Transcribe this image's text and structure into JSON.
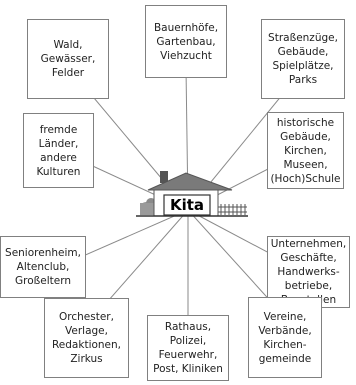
{
  "diagram": {
    "center_label": "Kita",
    "boxes": [
      {
        "text": "Wald,\nGewässer,\nFelder"
      },
      {
        "text": "Bauernhöfe,\nGartenbau,\nViehzucht"
      },
      {
        "text": "Straßenzüge,\nGebäude,\nSpielplätze,\nParks"
      },
      {
        "text": "fremde\nLänder,\nandere\nKulturen"
      },
      {
        "text": "historische\nGebäude,\nKirchen,\nMuseen,\n(Hoch)Schule"
      },
      {
        "text": "Seniorenheim,\nAltenclub,\nGroßeltern"
      },
      {
        "text": "Unternehmen,\nGeschäfte,\nHandwerks-\nbetriebe,\nBaustellen"
      },
      {
        "text": "Orchester,\nVerlage,\nRedaktionen,\nZirkus"
      },
      {
        "text": "Rathaus,\nPolizei,\nFeuerwehr,\nPost, Kliniken"
      },
      {
        "text": "Vereine,\nVerbände,\nKirchen-\ngemeinde"
      }
    ]
  }
}
